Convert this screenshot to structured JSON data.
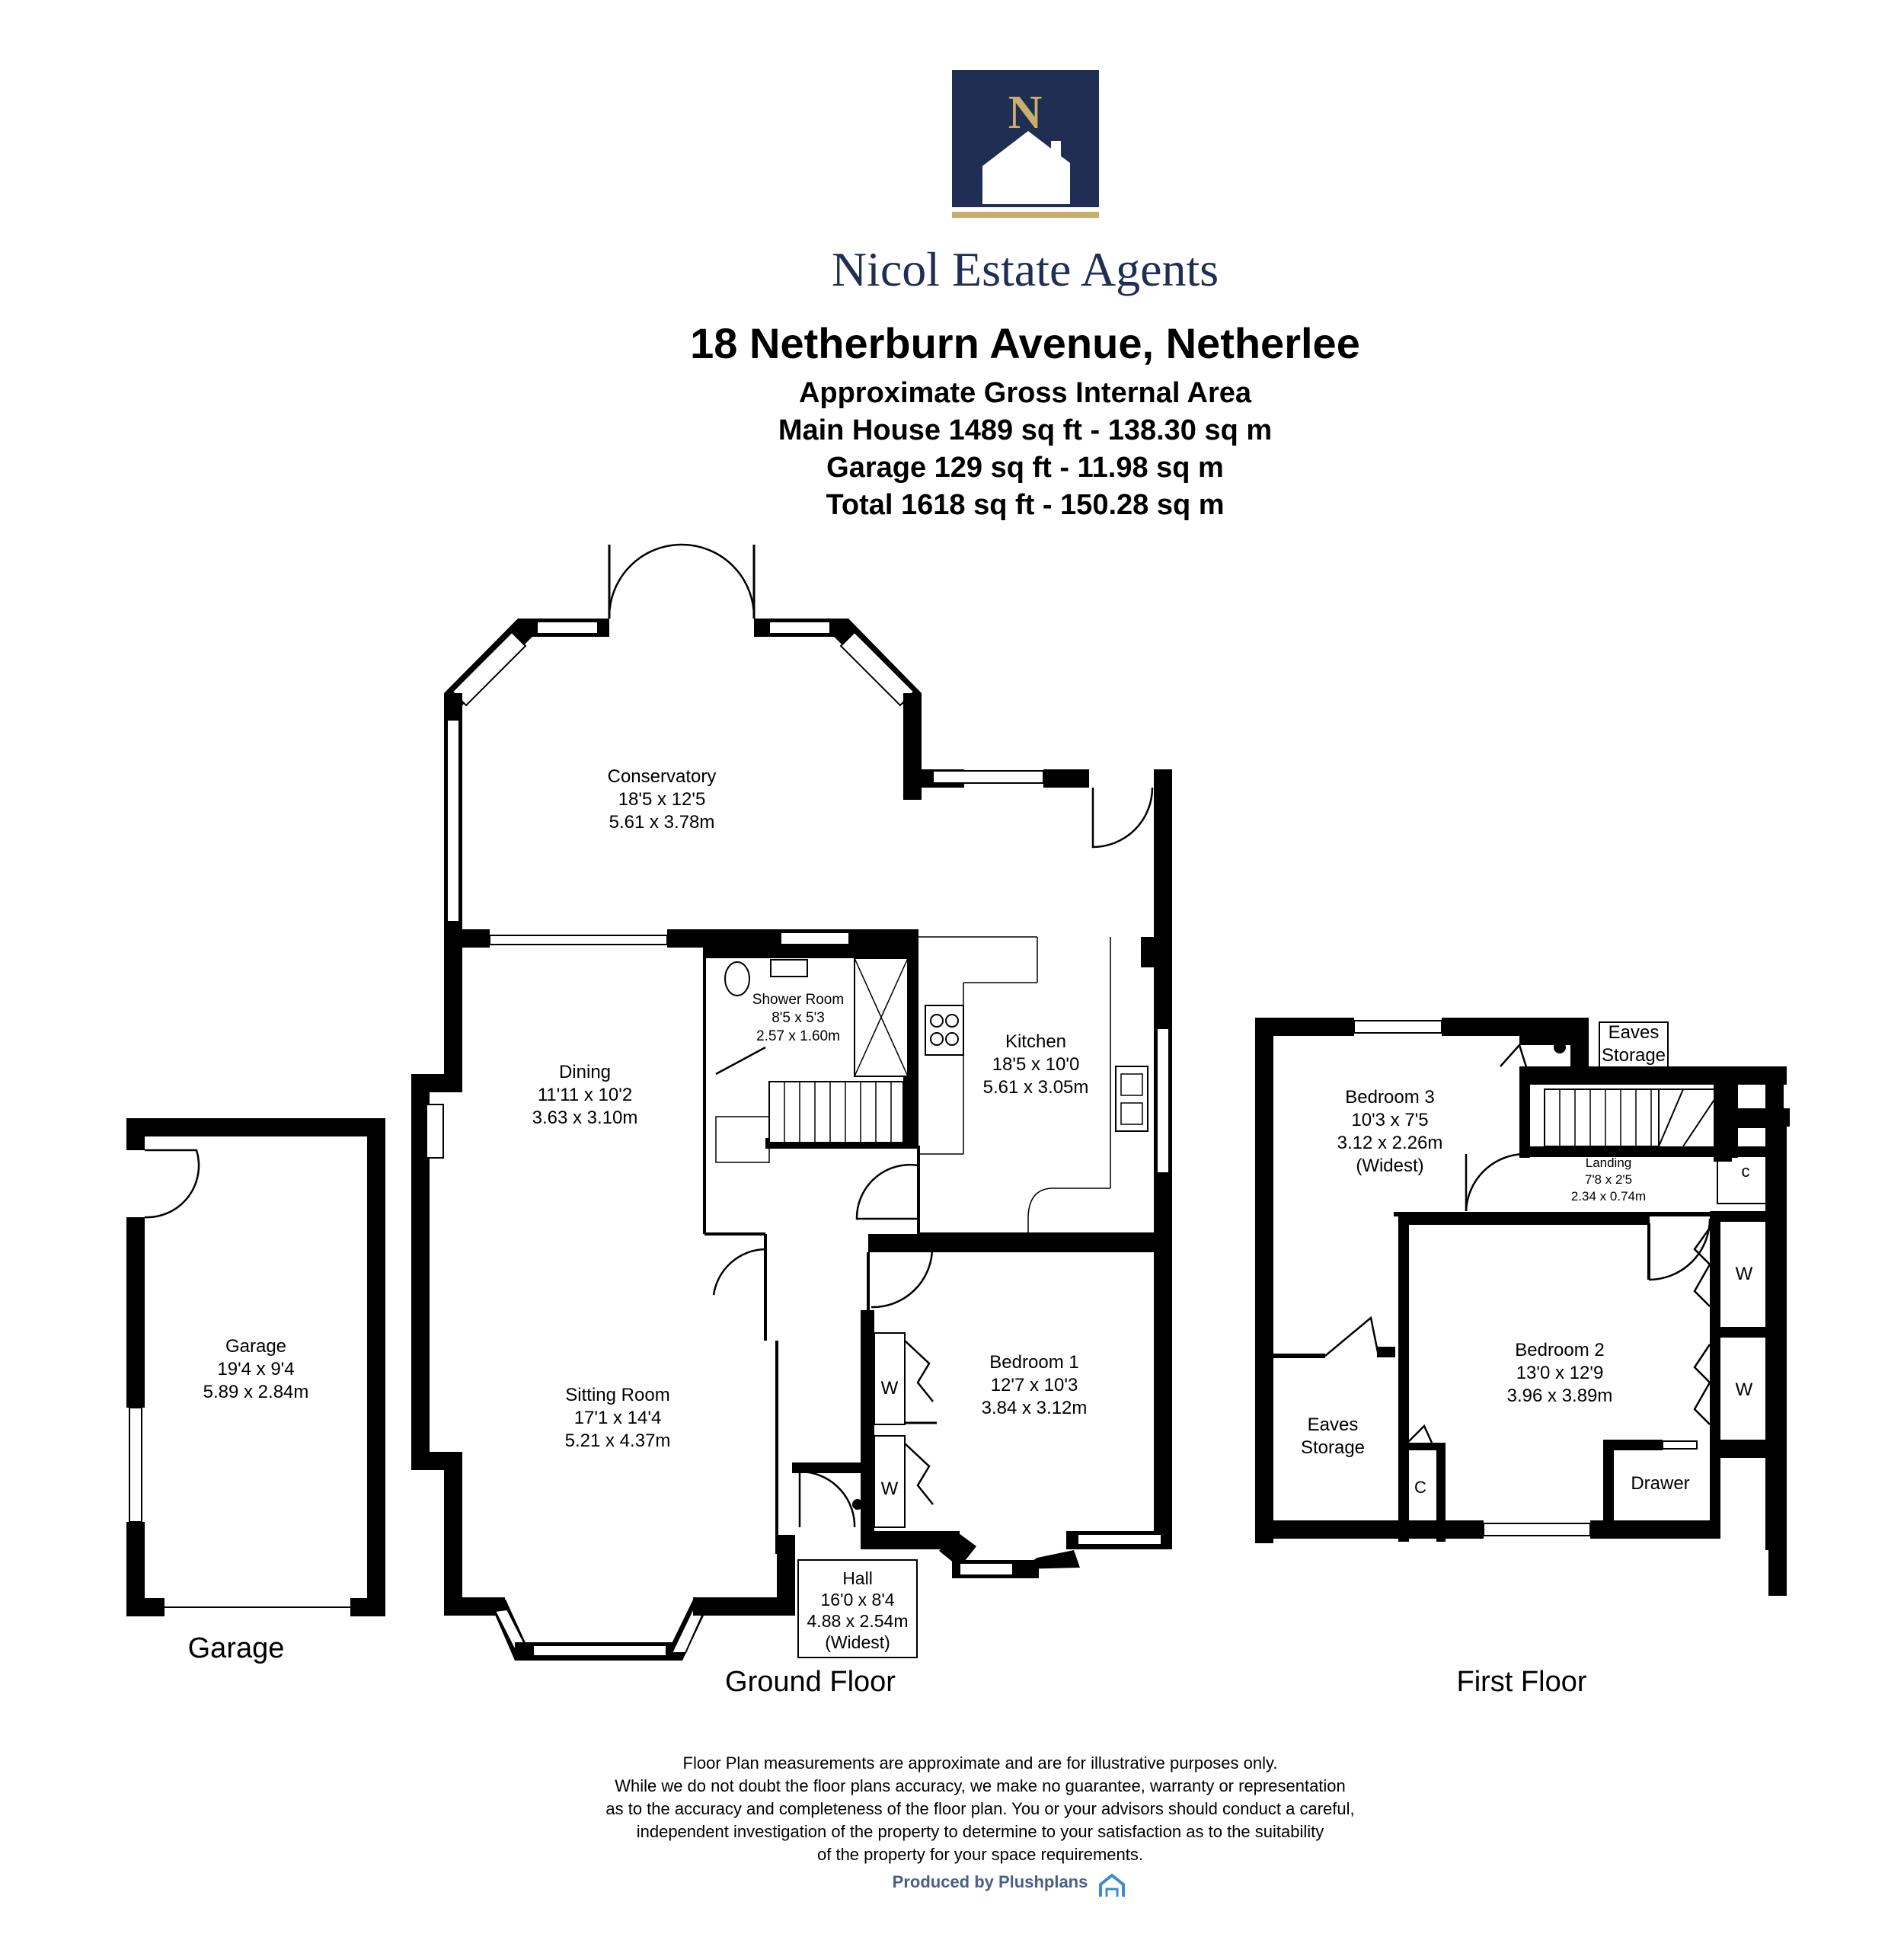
{
  "brand": {
    "logo_letter": "N",
    "name": "Nicol Estate Agents",
    "colors": {
      "navy": "#1f2e52",
      "gold": "#c9ae6e"
    }
  },
  "header": {
    "address": "18 Netherburn Avenue, Netherlee",
    "area_title": "Approximate Gross Internal Area",
    "main_house": "Main House 1489 sq ft -  138.30 sq m",
    "garage": "Garage 129 sq ft -  11.98 sq m",
    "total": "Total 1618 sq ft -  150.28 sq m"
  },
  "rooms": {
    "conservatory": {
      "name": "Conservatory",
      "imperial": "18'5 x 12'5",
      "metric": "5.61 x 3.78m"
    },
    "shower_room": {
      "name": "Shower Room",
      "imperial": "8'5 x 5'3",
      "metric": "2.57 x 1.60m"
    },
    "kitchen": {
      "name": "Kitchen",
      "imperial": "18'5 x 10'0",
      "metric": "5.61 x 3.05m"
    },
    "dining": {
      "name": "Dining",
      "imperial": "11'11 x 10'2",
      "metric": "3.63 x 3.10m"
    },
    "sitting_room": {
      "name": "Sitting Room",
      "imperial": "17'1 x 14'4",
      "metric": "5.21 x 4.37m"
    },
    "bedroom1": {
      "name": "Bedroom 1",
      "imperial": "12'7 x 10'3",
      "metric": "3.84 x 3.12m"
    },
    "hall": {
      "name": "Hall",
      "imperial": "16'0 x 8'4",
      "metric": "4.88 x 2.54m",
      "note": "(Widest)"
    },
    "garage": {
      "name": "Garage",
      "imperial": "19'4 x 9'4",
      "metric": "5.89 x 2.84m"
    },
    "bedroom3": {
      "name": "Bedroom 3",
      "imperial": "10'3 x 7'5",
      "metric": "3.12 x 2.26m",
      "note": "(Widest)"
    },
    "landing": {
      "name": "Landing",
      "imperial": "7'8 x 2'5",
      "metric": "2.34 x 0.74m"
    },
    "bedroom2": {
      "name": "Bedroom 2",
      "imperial": "13'0 x 12'9",
      "metric": "3.96 x 3.89m"
    },
    "eaves_upper": {
      "line1": "Eaves",
      "line2": "Storage"
    },
    "eaves_lower": {
      "line1": "Eaves",
      "line2": "Storage"
    },
    "drawer": "Drawer",
    "wardrobe_label": "W",
    "cupboard_upper": "c",
    "cupboard_lower": "C"
  },
  "floor_labels": {
    "garage": "Garage",
    "ground": "Ground Floor",
    "first": "First Floor"
  },
  "disclaimer": [
    "Floor Plan measurements are approximate and are for illustrative purposes only.",
    "While we do not doubt the floor plans accuracy, we make no guarantee, warranty or representation",
    "as to the accuracy and completeness of the floor plan. You or your advisors should conduct a careful,",
    "independent investigation of the property to determine to your satisfaction as to the suitability",
    "of the property for your space requirements."
  ],
  "credit": "Produced by Plushplans"
}
